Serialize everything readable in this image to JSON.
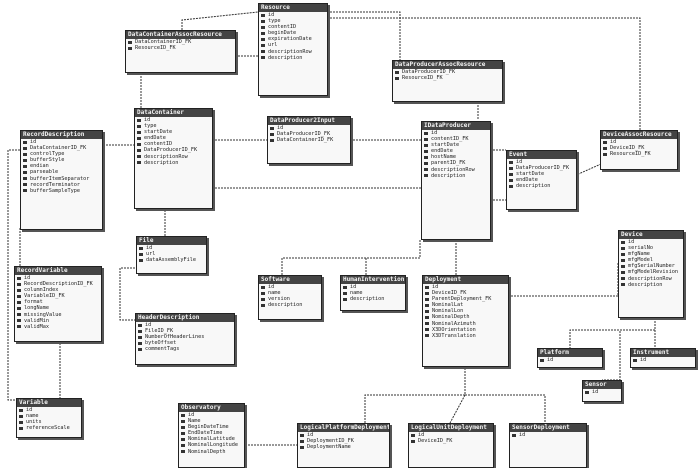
{
  "entities": [
    {
      "id": "resource",
      "title": "Resource",
      "fields": [
        "id",
        "type",
        "contentID",
        "beginDate",
        "expirationDate",
        "url",
        "descriptionRow",
        "description"
      ]
    },
    {
      "id": "datacontainerassocresource",
      "title": "DataContainerAssocResource",
      "fields": [
        "DataContainerID_FK",
        "ResourceID_FK"
      ]
    },
    {
      "id": "dataproducerassocresource",
      "title": "DataProducerAssocResource",
      "fields": [
        "DataProducerID_FK",
        "ResourceID_FK"
      ]
    },
    {
      "id": "recorddescription",
      "title": "RecordDescription",
      "fields": [
        "id",
        "DataContainerID_FK",
        "controlType",
        "bufferStyle",
        "endian",
        "parseable",
        "bufferItemSeparator",
        "recordTerminator",
        "bufferSampleType"
      ]
    },
    {
      "id": "datacontainer",
      "title": "DataContainer",
      "fields": [
        "id",
        "type",
        "startDate",
        "endDate",
        "contentID",
        "DataProducerID_FK",
        "descriptionRow",
        "description"
      ]
    },
    {
      "id": "dataproducer2input",
      "title": "DataProducer2Input",
      "fields": [
        "id",
        "DataProducerID_FK",
        "DataContainerID_FK"
      ]
    },
    {
      "id": "idataproducer",
      "title": "IDataProducer",
      "fields": [
        "id",
        "contentID_FK",
        "startDate",
        "endDate",
        "hostName",
        "parentID_FK",
        "descriptionRow",
        "description"
      ]
    },
    {
      "id": "event",
      "title": "Event",
      "fields": [
        "id",
        "DataProducerID_FK",
        "startDate",
        "endDate",
        "description"
      ]
    },
    {
      "id": "deviceassocresource",
      "title": "DeviceAssocResource",
      "fields": [
        "id",
        "DeviceID_FK",
        "ResourceID_FK"
      ]
    },
    {
      "id": "file",
      "title": "File",
      "fields": [
        "id",
        "url",
        "dataAssemblyFile"
      ]
    },
    {
      "id": "software",
      "title": "Software",
      "fields": [
        "id",
        "name",
        "version",
        "description"
      ]
    },
    {
      "id": "humanintervention",
      "title": "HumanIntervention",
      "fields": [
        "id",
        "name",
        "description"
      ]
    },
    {
      "id": "deployment",
      "title": "Deployment",
      "fields": [
        "id",
        "DeviceID_FK",
        "ParentDeployment_FK",
        "NominalLat",
        "NominalLon",
        "NominalDepth",
        "NominalAzimuth",
        "X3DOrientation",
        "X3DTranslation"
      ]
    },
    {
      "id": "device",
      "title": "Device",
      "fields": [
        "id",
        "serialNo",
        "mfgName",
        "mfgModel",
        "mfgSerialNumber",
        "mfgModelRevision",
        "descriptionRow",
        "description"
      ]
    },
    {
      "id": "recordvariable",
      "title": "RecordVariable",
      "fields": [
        "id",
        "RecordDescriptionID_FK",
        "columnIndex",
        "VariableID_FK",
        "format",
        "longName",
        "missingValue",
        "validMin",
        "validMax"
      ]
    },
    {
      "id": "headerdescription",
      "title": "HeaderDescription",
      "fields": [
        "id",
        "FileID_FK",
        "NumberOfHeaderLines",
        "byteOffset",
        "commentTags"
      ]
    },
    {
      "id": "platform",
      "title": "Platform",
      "fields": [
        "id"
      ]
    },
    {
      "id": "instrument",
      "title": "Instrument",
      "fields": [
        "id"
      ]
    },
    {
      "id": "sensor",
      "title": "Sensor",
      "fields": [
        "id"
      ]
    },
    {
      "id": "variable",
      "title": "Variable",
      "fields": [
        "id",
        "name",
        "units",
        "referenceScale"
      ]
    },
    {
      "id": "observatory",
      "title": "Observatory",
      "fields": [
        "id",
        "Name",
        "BeginDateTime",
        "EndDateTime",
        "NominalLatitude",
        "NominalLongitude",
        "NominalDepth"
      ]
    },
    {
      "id": "logicalplatformdeployment",
      "title": "LogicalPlatformDeployment",
      "fields": [
        "id",
        "DeploymentID_FK",
        "DeploymentName"
      ]
    },
    {
      "id": "logicalunitdeployment",
      "title": "LogicalUnitDeployment",
      "fields": [
        "id",
        "DeviceID_FK"
      ]
    },
    {
      "id": "sensordeployment",
      "title": "SensorDeployment",
      "fields": [
        "id"
      ]
    }
  ]
}
